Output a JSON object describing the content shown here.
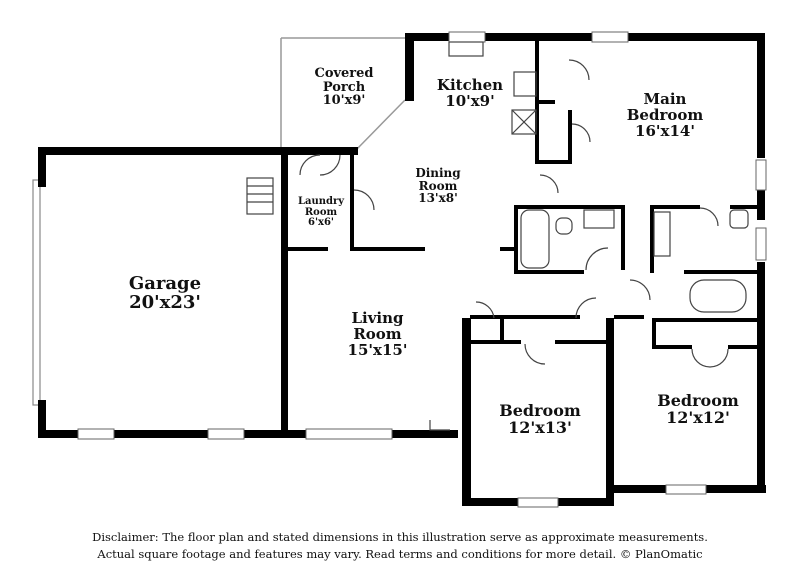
{
  "rooms": {
    "covered_porch": {
      "name_line1": "Covered",
      "name_line2": "Porch",
      "dims": "10'x9'"
    },
    "kitchen": {
      "name": "Kitchen",
      "dims": "10'x9'"
    },
    "main_bedroom": {
      "name_line1": "Main",
      "name_line2": "Bedroom",
      "dims": "16'x14'"
    },
    "dining_room": {
      "name_line1": "Dining",
      "name_line2": "Room",
      "dims": "13'x8'"
    },
    "laundry_room": {
      "name_line1": "Laundry",
      "name_line2": "Room",
      "dims": "6'x6'"
    },
    "garage": {
      "name": "Garage",
      "dims": "20'x23'"
    },
    "living_room": {
      "name_line1": "Living",
      "name_line2": "Room",
      "dims": "15'x15'"
    },
    "bedroom_1": {
      "name": "Bedroom",
      "dims": "12'x13'"
    },
    "bedroom_2": {
      "name": "Bedroom",
      "dims": "12'x12'"
    }
  },
  "disclaimer": {
    "line1": "Disclaimer: The floor plan and stated dimensions in this illustration serve as approximate measurements.",
    "line2": "Actual square footage and features may vary. Read terms and conditions for more detail. © PlanOmatic"
  }
}
